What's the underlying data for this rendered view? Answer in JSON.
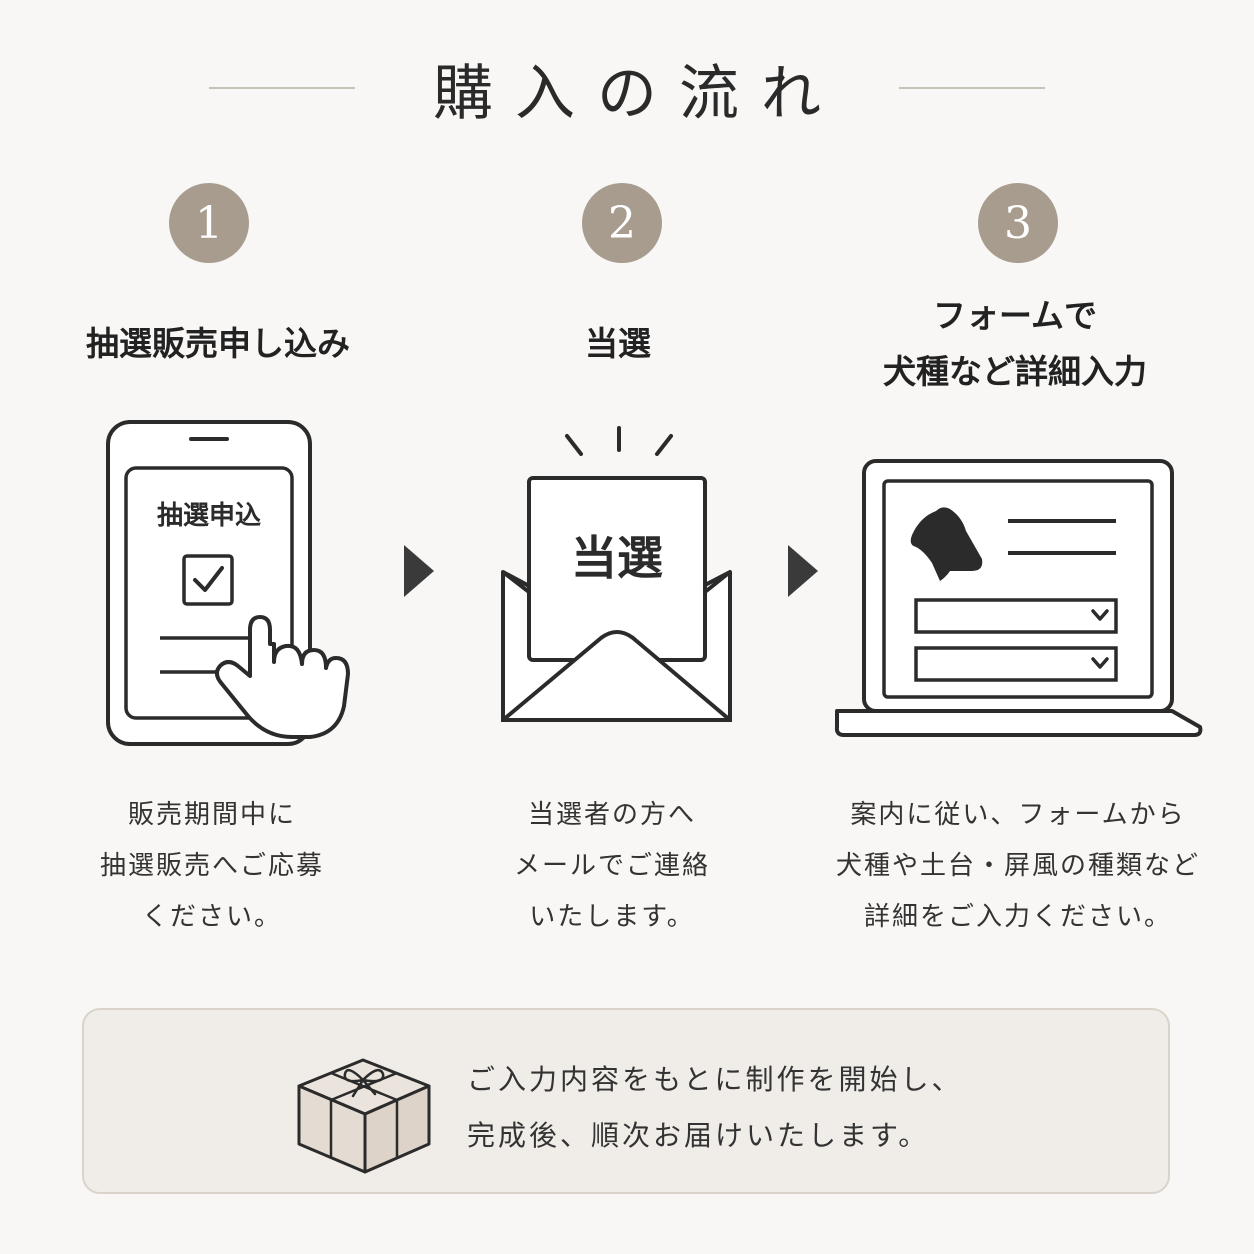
{
  "title": "購入の流れ",
  "steps": [
    {
      "number": "1",
      "heading": "抽選販売申し込み",
      "screen_label": "抽選申込",
      "desc": [
        "販売期間中に",
        "抽選販売へご応募",
        "ください。"
      ]
    },
    {
      "number": "2",
      "heading": "当選",
      "letter_label": "当選",
      "desc": [
        "当選者の方へ",
        "メールでご連絡",
        "いたします。"
      ]
    },
    {
      "number": "3",
      "heading_lines": [
        "フォームで",
        "犬種など詳細入力"
      ],
      "desc": [
        "案内に従い、フォームから",
        "犬種や土台・屏風の種類など",
        "詳細をご入力ください。"
      ]
    }
  ],
  "notice": {
    "lines": [
      "ご入力内容をもとに制作を開始し、",
      "完成後、順次お届けいたします。"
    ]
  },
  "colors": {
    "badge": "#a89c8f",
    "line": "#2b2b2b",
    "divider": "#c9c2b8",
    "notice_bg": "#f0ede9"
  },
  "icons": [
    "smartphone-icon",
    "checkbox-icon",
    "pointing-hand-icon",
    "envelope-icon",
    "laptop-icon",
    "dog-silhouette-icon",
    "dropdown-chevron-icon",
    "gift-box-icon",
    "arrow-right-icon"
  ]
}
